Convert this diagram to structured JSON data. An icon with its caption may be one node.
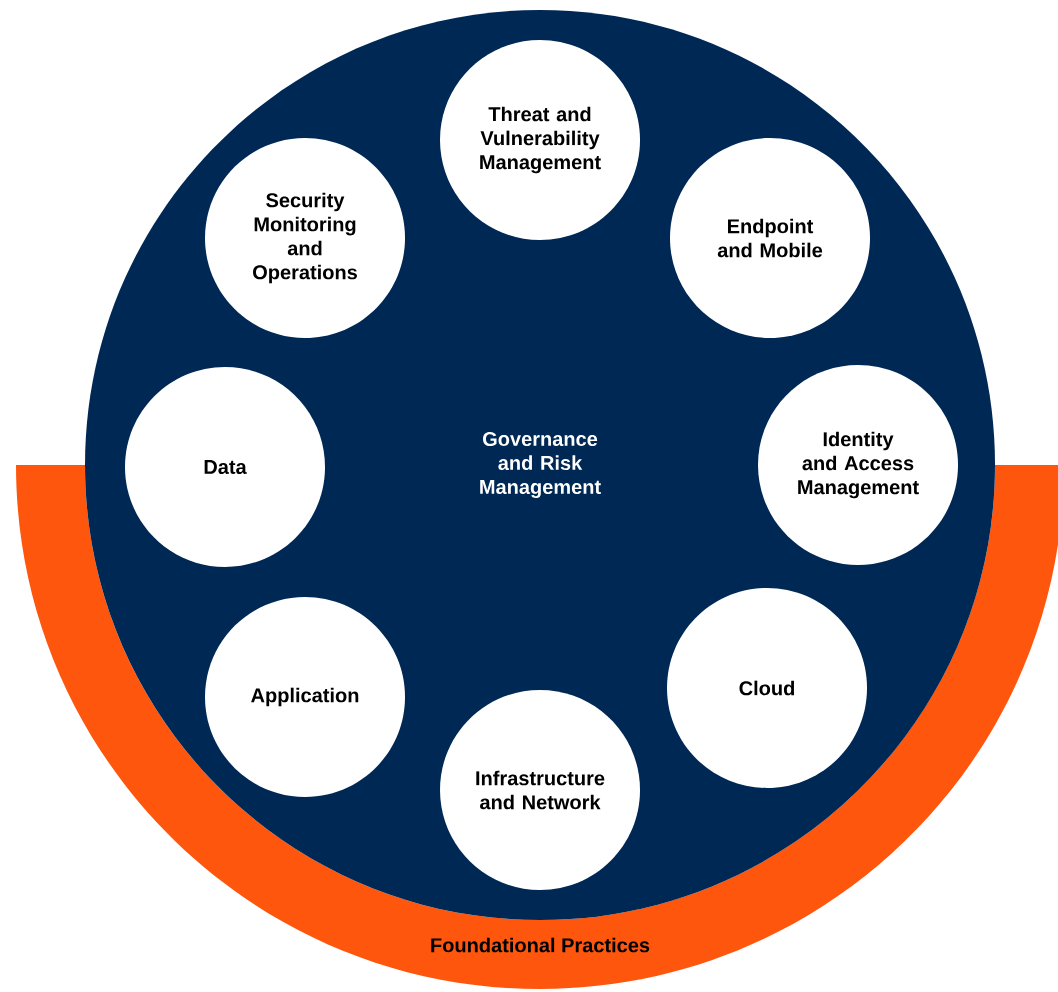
{
  "diagram": {
    "nodes": [
      {
        "text": [
          "Governance and Risk Management"
        ]
      },
      {
        "text": [
          "Threat and Vulnerability Management"
        ],
        "in": 0
      },
      {
        "text": [
          "Endpoint and Mobile"
        ],
        "in": 0
      },
      {
        "text": [
          "Identity and Access Management"
        ],
        "in": 0
      },
      {
        "text": [
          "Cloud"
        ],
        "in": 0
      },
      {
        "text": [
          "Infrastructure and Network"
        ],
        "in": 0
      },
      {
        "text": [
          "Application"
        ],
        "in": 0
      },
      {
        "text": [
          "Data"
        ],
        "in": 0
      },
      {
        "text": [
          "Security Monitoring and Operations"
        ],
        "in": 0
      },
      {
        "text": [
          "Foundational Practices"
        ]
      }
    ],
    "edges": []
  }
}
